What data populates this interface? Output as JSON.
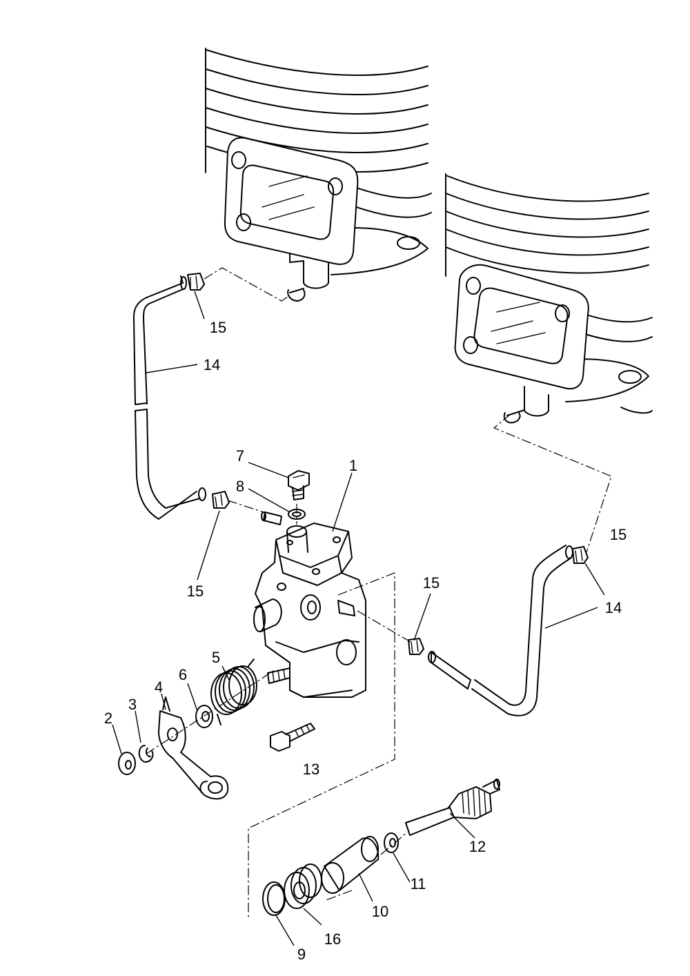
{
  "callouts": [
    {
      "id": "c1",
      "label": "1"
    },
    {
      "id": "c2",
      "label": "2"
    },
    {
      "id": "c3",
      "label": "3"
    },
    {
      "id": "c4",
      "label": "4"
    },
    {
      "id": "c5",
      "label": "5"
    },
    {
      "id": "c6",
      "label": "6"
    },
    {
      "id": "c7",
      "label": "7"
    },
    {
      "id": "c8",
      "label": "8"
    },
    {
      "id": "c9",
      "label": "9"
    },
    {
      "id": "c10",
      "label": "10"
    },
    {
      "id": "c11",
      "label": "11"
    },
    {
      "id": "c12",
      "label": "12"
    },
    {
      "id": "c13",
      "label": "13"
    },
    {
      "id": "c14a",
      "label": "14"
    },
    {
      "id": "c14b",
      "label": "14"
    },
    {
      "id": "c15a",
      "label": "15"
    },
    {
      "id": "c15b",
      "label": "15"
    },
    {
      "id": "c15c",
      "label": "15"
    },
    {
      "id": "c15d",
      "label": "15"
    },
    {
      "id": "c16",
      "label": "16"
    }
  ]
}
